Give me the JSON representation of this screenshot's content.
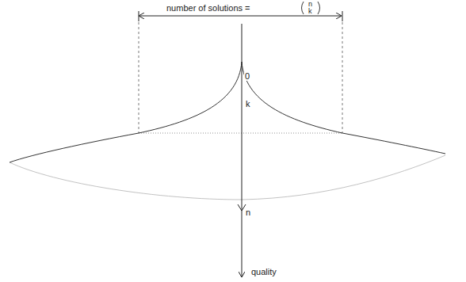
{
  "diagram": {
    "labels": [
      "number of solutions =",
      "n",
      "k",
      "0",
      "k",
      "n",
      "quality"
    ]
  }
}
